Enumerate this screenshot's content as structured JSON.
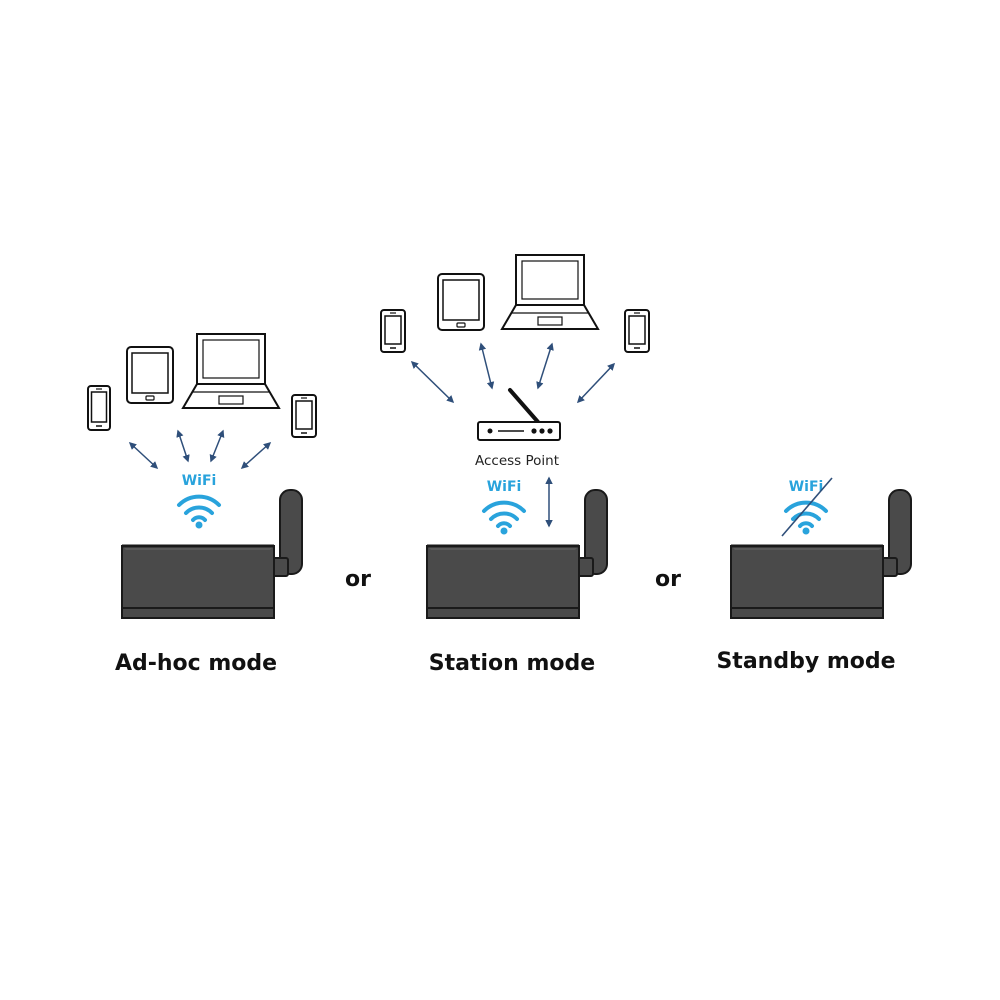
{
  "colors": {
    "device_body": "#4a4a4a",
    "device_outline": "#1a1a1a",
    "wifi": "#29a3dc",
    "arrow": "#2f4f7a",
    "gadget_outline": "#111111",
    "screen_fill": "#ffffff",
    "standby_slash": "#2f4f7a"
  },
  "wifi_label": "WiFi",
  "separators": [
    "or",
    "or"
  ],
  "modes": [
    {
      "label": "Ad-hoc mode",
      "wifi_disabled": false
    },
    {
      "label": "Station mode",
      "wifi_disabled": false
    },
    {
      "label": "Standby mode",
      "wifi_disabled": true
    }
  ],
  "access_point": {
    "label": "Access Point"
  },
  "icons": {
    "phone": "smartphone-icon",
    "tablet": "tablet-icon",
    "laptop": "laptop-icon",
    "router": "router-icon",
    "wifi": "wifi-icon",
    "arrow": "bidirectional-arrow-icon",
    "device": "wifi-module-device-icon"
  }
}
